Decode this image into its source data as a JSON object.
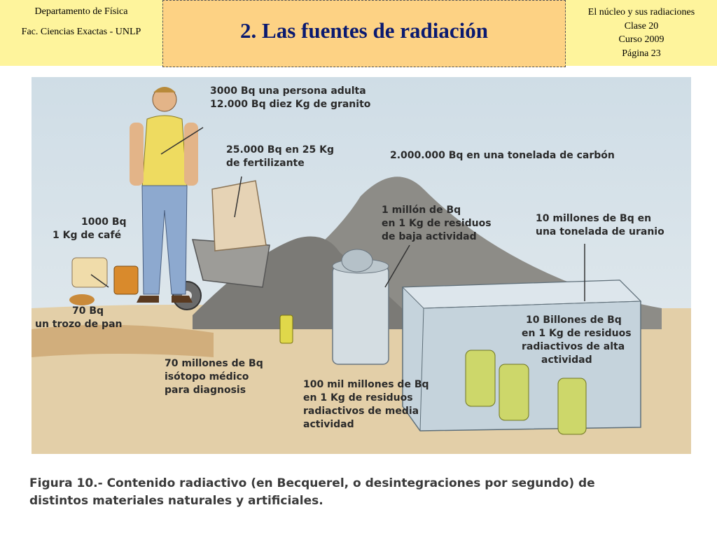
{
  "header": {
    "left_line1": "Departamento de Física",
    "left_line2": "Fac. Ciencias Exactas - UNLP",
    "title": "2. Las fuentes de radiación",
    "right_line1": "El núcleo y sus radiaciones",
    "right_line2": "Clase 20",
    "right_line3": "Curso 2009",
    "right_line4": "Página 23"
  },
  "figure": {
    "labels": {
      "adulto_1": "3000 Bq  una persona adulta",
      "adulto_2": "12.000 Bq diez Kg de granito",
      "fert_1": "25.000 Bq en 25 Kg",
      "fert_2": "de fertilizante",
      "carbon": "2.000.000 Bq  en una tonelada de carbón",
      "cafe_1": "1000 Bq",
      "cafe_2": "1 Kg de café",
      "baja_1": "1 millón de Bq",
      "baja_2": "en 1 Kg de residuos",
      "baja_3": "de baja actividad",
      "uranio_1": "10 millones de Bq  en",
      "uranio_2": "una tonelada de uranio",
      "pan_1": "70 Bq",
      "pan_2": "un trozo de pan",
      "alta_1": "10 Billones de Bq",
      "alta_2": "en 1 Kg de residuos",
      "alta_3": "radiactivos de alta",
      "alta_4": "actividad",
      "medico_1": "70 millones de Bq",
      "medico_2": "isótopo médico",
      "medico_3": "para diagnosis",
      "media_1": "100 mil millones de Bq",
      "media_2": "en 1 Kg de residuos",
      "media_3": "radiactivos de media",
      "media_4": "actividad"
    }
  },
  "caption": {
    "line1": "Figura 10.- Contenido radiactivo (en Becquerel, o desintegraciones por segundo) de",
    "line2": "distintos materiales naturales y artificiales."
  }
}
